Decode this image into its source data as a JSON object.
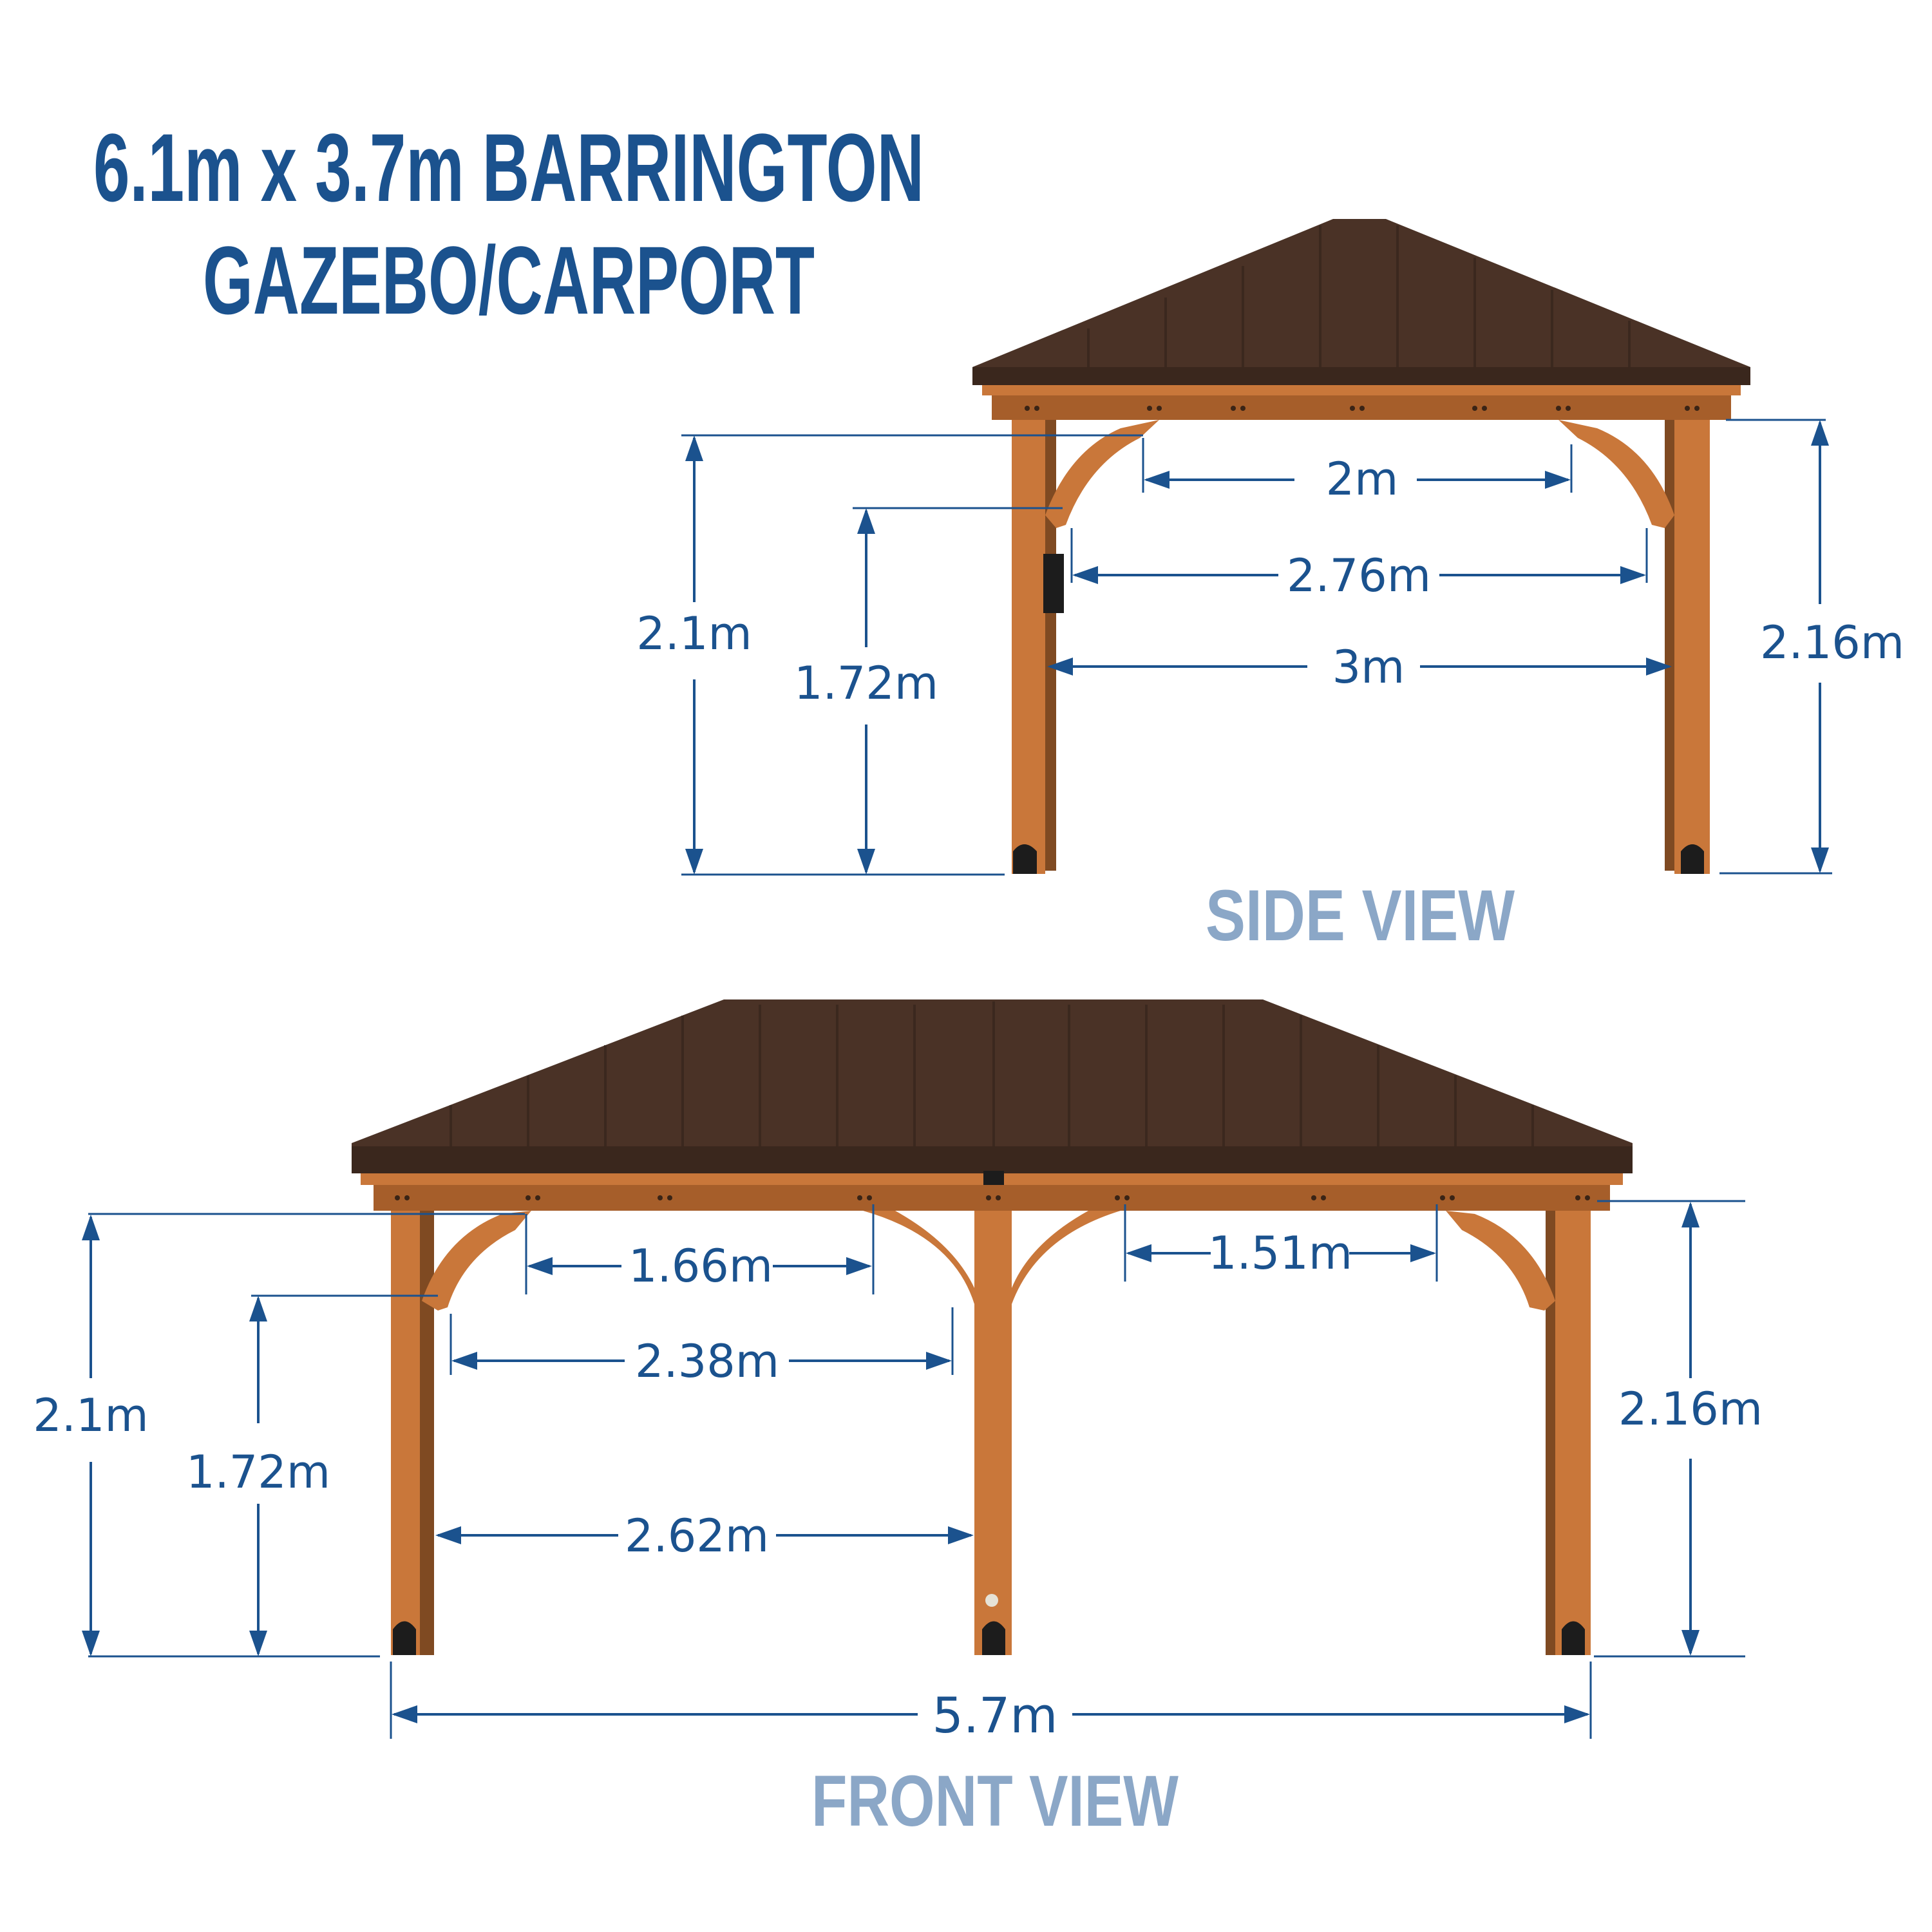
{
  "title": {
    "line1": "6.1m x 3.7m BARRINGTON",
    "line2": "GAZEBO/CARPORT"
  },
  "side_view": {
    "label": "SIDE VIEW",
    "dimensions": {
      "bracket_gap": "2m",
      "inner_clearance": "2.76m",
      "post_spacing": "3m",
      "beam_height": "2.1m",
      "bracket_height": "1.72m",
      "overall_post_height": "2.16m"
    }
  },
  "front_view": {
    "label": "FRONT VIEW",
    "dimensions": {
      "left_bracket_gap": "1.66m",
      "right_bracket_gap": "1.51m",
      "inner_clearance": "2.38m",
      "post_spacing": "2.62m",
      "beam_height": "2.1m",
      "bracket_height": "1.72m",
      "overall_post_height": "2.16m",
      "overall_width": "5.7m"
    }
  },
  "colors": {
    "title_blue": "#1b528e",
    "label_light_blue": "#8ba7c7",
    "roof_brown": "#4a3226",
    "cedar_wood": "#c9773a"
  }
}
